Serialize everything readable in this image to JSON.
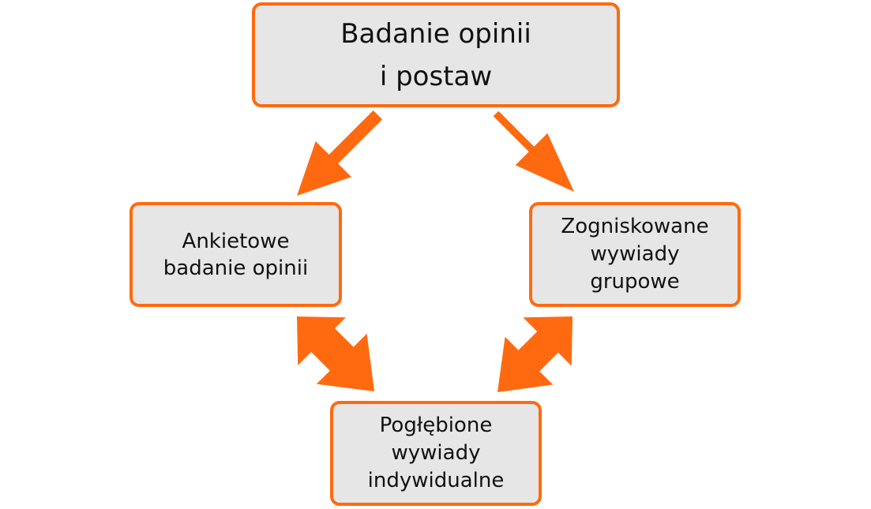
{
  "colors": {
    "accent": "#ff6a10",
    "box_fill": "#e6e6e6",
    "text": "#111111"
  },
  "nodes": {
    "top": {
      "lines": [
        "Badanie opinii",
        "i postaw"
      ]
    },
    "left": {
      "lines": [
        "Ankietowe",
        "badanie opinii"
      ]
    },
    "right": {
      "lines": [
        "Zogniskowane",
        "wywiady",
        "grupowe"
      ]
    },
    "bottom": {
      "lines": [
        "Pogłębione",
        "wywiady",
        "indywidualne"
      ]
    }
  },
  "edges": [
    {
      "from": "top",
      "to": "left",
      "direction": "one-way"
    },
    {
      "from": "top",
      "to": "right",
      "direction": "one-way"
    },
    {
      "from": "left",
      "to": "bottom",
      "direction": "two-way"
    },
    {
      "from": "right",
      "to": "bottom",
      "direction": "two-way"
    }
  ]
}
